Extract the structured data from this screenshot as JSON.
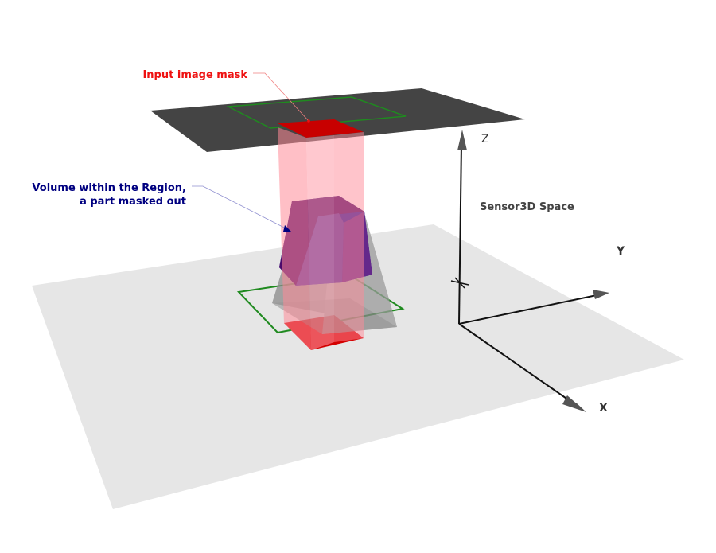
{
  "labels": {
    "input_mask": "Input image mask",
    "volume_line1": "Volume within the Region,",
    "volume_line2": "a part masked out",
    "space": "Sensor3D Space"
  },
  "axes": {
    "z": "Z",
    "y": "Y",
    "x": "X"
  },
  "colors": {
    "background": "#ffffff",
    "floor_plane": "#e6e6e6",
    "image_plane": "#444444",
    "region_outline": "#1f8a1f",
    "mask": "#d40000",
    "beam": "#ff9aa6",
    "volume": "#3a0a8a",
    "frustum": "#808080",
    "input_label": "#ee1111",
    "volume_label": "#000080",
    "space_label": "#444444",
    "axis": "#111111"
  }
}
